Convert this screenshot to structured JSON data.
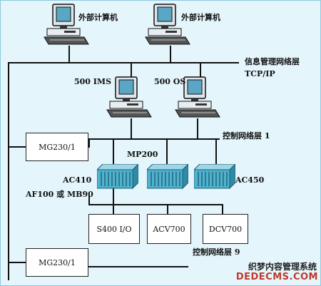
{
  "computers": {
    "external_1": "外部计算机",
    "external_2": "外部计算机",
    "ims": "500 IMS",
    "os": "500 OS"
  },
  "network": {
    "info_layer": "信息管理网络层",
    "protocol": "TCP/IP",
    "control_layer_1": "控制网络层 1",
    "control_layer_9": "控制网络层 9",
    "mp200": "MP200",
    "ac410": "AC410",
    "ac450": "AC450",
    "fieldbus": "AF100 或 MB90"
  },
  "boxes": {
    "mg230_top": "MG230/1",
    "mg230_bottom": "MG230/1",
    "s400": "S400 I/O",
    "acv700": "ACV700",
    "dcv700": "DCV700"
  },
  "watermark": {
    "line1": "织梦内容管理系统",
    "line2": "DEDECMS.COM"
  }
}
